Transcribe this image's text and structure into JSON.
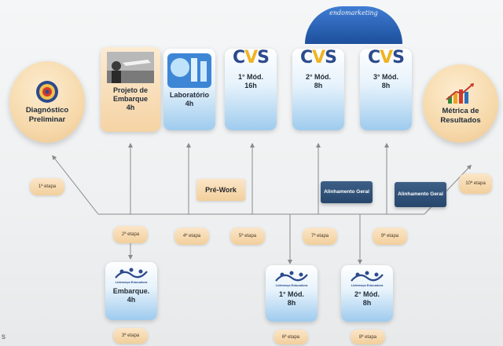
{
  "arc_label": "endomarketing",
  "start": {
    "title": "Diagnóstico",
    "subtitle": "Preliminar"
  },
  "end": {
    "title": "Métrica de",
    "subtitle": "Resultados"
  },
  "top_cards": [
    {
      "title": "Projeto de",
      "subtitle": "Embarque",
      "hours": "4h"
    },
    {
      "title": "Laboratório",
      "hours": "4h"
    },
    {
      "title": "1° Mód.",
      "hours": "16h"
    },
    {
      "title": "2° Mód.",
      "hours": "8h"
    },
    {
      "title": "3° Mód.",
      "hours": "8h"
    }
  ],
  "bottom_cards": [
    {
      "title": "Embarque.",
      "hours": "4h"
    },
    {
      "title": "1° Mód.",
      "hours": "8h"
    },
    {
      "title": "2° Mód.",
      "hours": "8h"
    }
  ],
  "logo_cvs": {
    "c": "C",
    "o": "V",
    "s": "S"
  },
  "logo_small_text": "Liderança Educadora",
  "prework": "Pré-Work",
  "alinhamento": [
    "Alinhamento Geral",
    "Alinhamento Geral"
  ],
  "etapas": {
    "e1": "1ª etapa",
    "e2": "2ª etapa",
    "e3": "3ª etapa",
    "e4": "4ª etapa",
    "e5": "5ª etapa",
    "e6": "6ª etapa",
    "e7": "7ª etapa",
    "e8": "8ª etapa",
    "e9": "9ª etapa",
    "e10": "10ª etapa"
  },
  "corner_mark": "s",
  "colors": {
    "peach": "#f5d3a4",
    "blue": "#9ecbee",
    "navy": "#26466c",
    "line": "#888888"
  }
}
